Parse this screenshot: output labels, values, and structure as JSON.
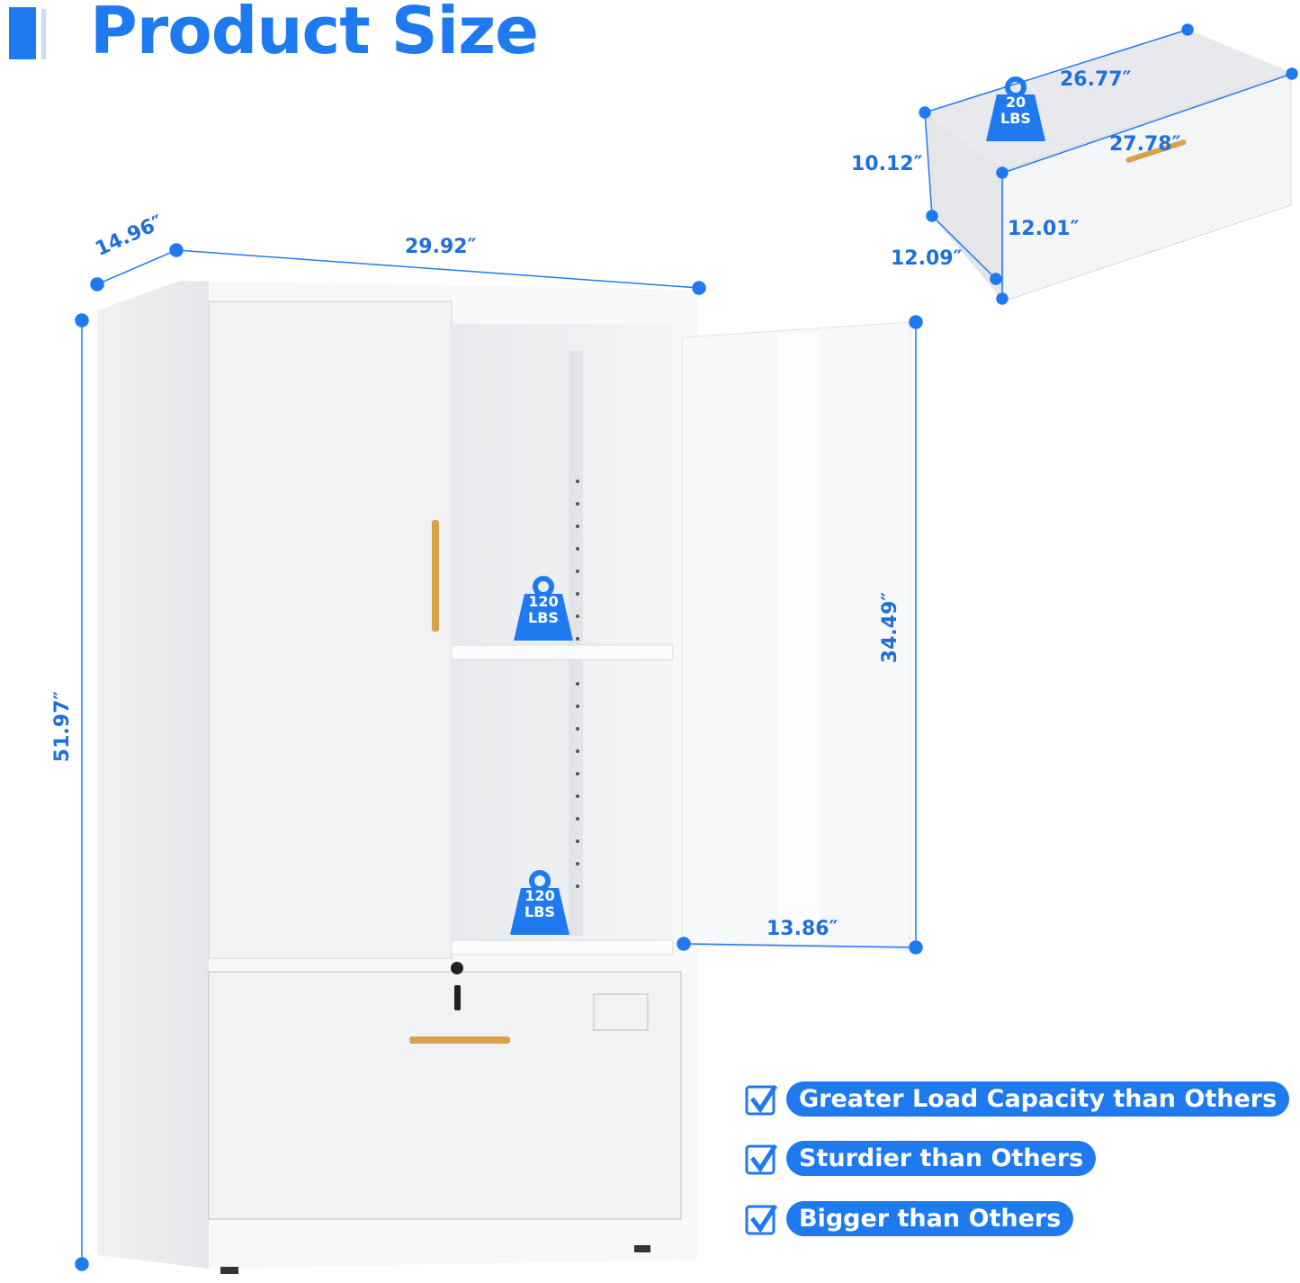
{
  "header": {
    "title": "Product Size"
  },
  "cabinet": {
    "width": "29.92″",
    "depth": "14.96″",
    "height": "51.97″",
    "door_height": "34.49″",
    "door_width": "13.86″",
    "shelf_load_upper": {
      "value": "120",
      "unit": "LBS"
    },
    "shelf_load_lower": {
      "value": "120",
      "unit": "LBS"
    }
  },
  "drawer": {
    "inner_length": "26.77″",
    "outer_length": "27.78″",
    "height_back": "10.12″",
    "height_front": "12.01″",
    "depth": "12.09″",
    "load": {
      "value": "20",
      "unit": "LBS"
    }
  },
  "features": [
    {
      "label": "Greater Load Capacity than Others"
    },
    {
      "label": "Sturdier than Others"
    },
    {
      "label": "Bigger than Others"
    }
  ],
  "colors": {
    "accent": "#1f7af0",
    "handle": "#d9a24a",
    "cabinet": "#f4f5f7"
  }
}
